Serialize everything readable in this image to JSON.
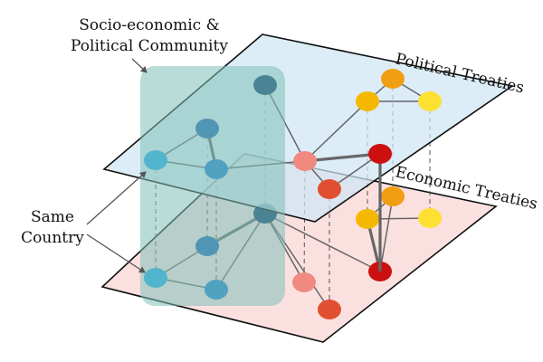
{
  "labels": {
    "community": [
      "Socio-economic &",
      "Political Community"
    ],
    "same_country": [
      "Same",
      "Country"
    ],
    "political_layer": "Political Treaties",
    "economic_layer": "Economic Treaties"
  },
  "colors": {
    "political_plane_fill": "#cfe6f4",
    "economic_plane_fill": "#fbe0e0",
    "plane_stroke": "#111111",
    "community_box": "#7fbfb8",
    "edge": "#666666",
    "interlayer": "#555555",
    "arrow": "#555555"
  },
  "nodes": [
    {
      "id": "p_top",
      "layer": "political",
      "color": "#0b3a66"
    },
    {
      "id": "p_b1",
      "layer": "political",
      "color": "#1a64b0"
    },
    {
      "id": "p_c1",
      "layer": "political",
      "color": "#1aa9e6"
    },
    {
      "id": "p_b2",
      "layer": "political",
      "color": "#1a7dcc"
    },
    {
      "id": "p_sal",
      "layer": "political",
      "color": "#f08a80"
    },
    {
      "id": "p_red1",
      "layer": "political",
      "color": "#e05030"
    },
    {
      "id": "p_dred",
      "layer": "political",
      "color": "#cc1010"
    },
    {
      "id": "p_or1",
      "layer": "political",
      "color": "#f29e13"
    },
    {
      "id": "p_or2",
      "layer": "political",
      "color": "#f5b800"
    },
    {
      "id": "p_yel",
      "layer": "political",
      "color": "#fde032"
    },
    {
      "id": "e_top",
      "layer": "economic",
      "color": "#0b3a66"
    },
    {
      "id": "e_b1",
      "layer": "economic",
      "color": "#1a64b0"
    },
    {
      "id": "e_c1",
      "layer": "economic",
      "color": "#1aa9e6"
    },
    {
      "id": "e_b2",
      "layer": "economic",
      "color": "#1a7dcc"
    },
    {
      "id": "e_sal",
      "layer": "economic",
      "color": "#f08a80"
    },
    {
      "id": "e_red1",
      "layer": "economic",
      "color": "#e05030"
    },
    {
      "id": "e_dred",
      "layer": "economic",
      "color": "#cc1010"
    },
    {
      "id": "e_or1",
      "layer": "economic",
      "color": "#f29e13"
    },
    {
      "id": "e_or2",
      "layer": "economic",
      "color": "#f5b800"
    },
    {
      "id": "e_yel",
      "layer": "economic",
      "color": "#fde032"
    }
  ],
  "edges": [
    {
      "from": "p_c1",
      "to": "p_b1",
      "weight": 1
    },
    {
      "from": "p_c1",
      "to": "p_b2",
      "weight": 1
    },
    {
      "from": "p_b1",
      "to": "p_b2",
      "weight": 2
    },
    {
      "from": "p_b2",
      "to": "p_sal",
      "weight": 1
    },
    {
      "from": "p_top",
      "to": "p_sal",
      "weight": 1
    },
    {
      "from": "p_sal",
      "to": "p_red1",
      "weight": 1
    },
    {
      "from": "p_sal",
      "to": "p_dred",
      "weight": 2
    },
    {
      "from": "p_sal",
      "to": "p_or2",
      "weight": 1
    },
    {
      "from": "p_red1",
      "to": "p_dred",
      "weight": 1
    },
    {
      "from": "p_or2",
      "to": "p_or1",
      "weight": 1
    },
    {
      "from": "p_or2",
      "to": "p_yel",
      "weight": 1
    },
    {
      "from": "p_or1",
      "to": "p_yel",
      "weight": 1
    },
    {
      "from": "e_c1",
      "to": "e_b1",
      "weight": 1
    },
    {
      "from": "e_b1",
      "to": "e_top",
      "weight": 2
    },
    {
      "from": "e_c1",
      "to": "e_b2",
      "weight": 1
    },
    {
      "from": "e_b2",
      "to": "e_top",
      "weight": 1
    },
    {
      "from": "e_top",
      "to": "e_sal",
      "weight": 1
    },
    {
      "from": "e_top",
      "to": "e_red1",
      "weight": 1
    },
    {
      "from": "e_top",
      "to": "e_dred",
      "weight": 1
    },
    {
      "from": "e_or2",
      "to": "e_or1",
      "weight": 1
    },
    {
      "from": "e_or2",
      "to": "e_yel",
      "weight": 1
    },
    {
      "from": "e_or2",
      "to": "e_dred",
      "weight": 2
    },
    {
      "from": "e_or1",
      "to": "e_dred",
      "weight": 1
    },
    {
      "from": "p_dred",
      "to": "e_dred",
      "weight": 2
    }
  ],
  "interlayer_links": [
    [
      "p_top",
      "e_top"
    ],
    [
      "p_b1",
      "e_b1"
    ],
    [
      "p_c1",
      "e_c1"
    ],
    [
      "p_b2",
      "e_b2"
    ],
    [
      "p_sal",
      "e_sal"
    ],
    [
      "p_red1",
      "e_red1"
    ],
    [
      "p_dred",
      "e_dred"
    ],
    [
      "p_or1",
      "e_or1"
    ],
    [
      "p_or2",
      "e_or2"
    ],
    [
      "p_yel",
      "e_yel"
    ]
  ]
}
